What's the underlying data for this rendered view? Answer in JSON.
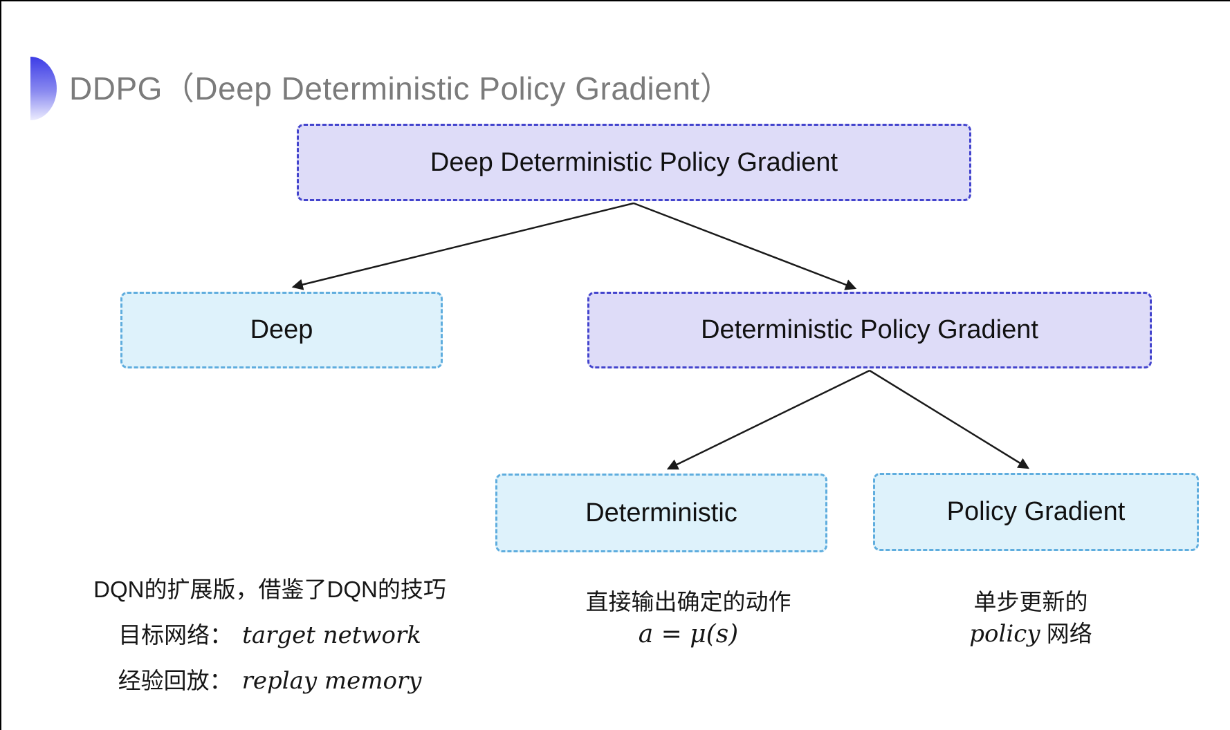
{
  "header": {
    "title": "DDPG（Deep Deterministic Policy Gradient）",
    "title_color": "#7b7b7b",
    "bullet_gradient_top": "#3c3ce6",
    "bullet_gradient_bottom": "#ececfe"
  },
  "diagram": {
    "style": {
      "purple_fill": "#dedcf8",
      "purple_border": "#4344cd",
      "cyan_fill": "#def2fb",
      "cyan_border": "#5fadde",
      "node_text_color": "#111111",
      "arrow_color": "#1a1a1a"
    },
    "nodes": {
      "root": "Deep Deterministic Policy Gradient",
      "deep": "Deep",
      "dpg": "Deterministic Policy Gradient",
      "deterministic": "Deterministic",
      "policy_gradient": "Policy Gradient"
    }
  },
  "notes": {
    "deep": {
      "line1": "DQN的扩展版，借鉴了DQN的技巧",
      "line2_label": "目标网络：",
      "line2_term": "target network",
      "line3_label": "经验回放：",
      "line3_term": "replay memory"
    },
    "deterministic": {
      "line1": "直接输出确定的动作",
      "formula": "a = μ(s)"
    },
    "policy_gradient": {
      "line1": "单步更新的",
      "term": "policy",
      "suffix": " 网络"
    }
  }
}
